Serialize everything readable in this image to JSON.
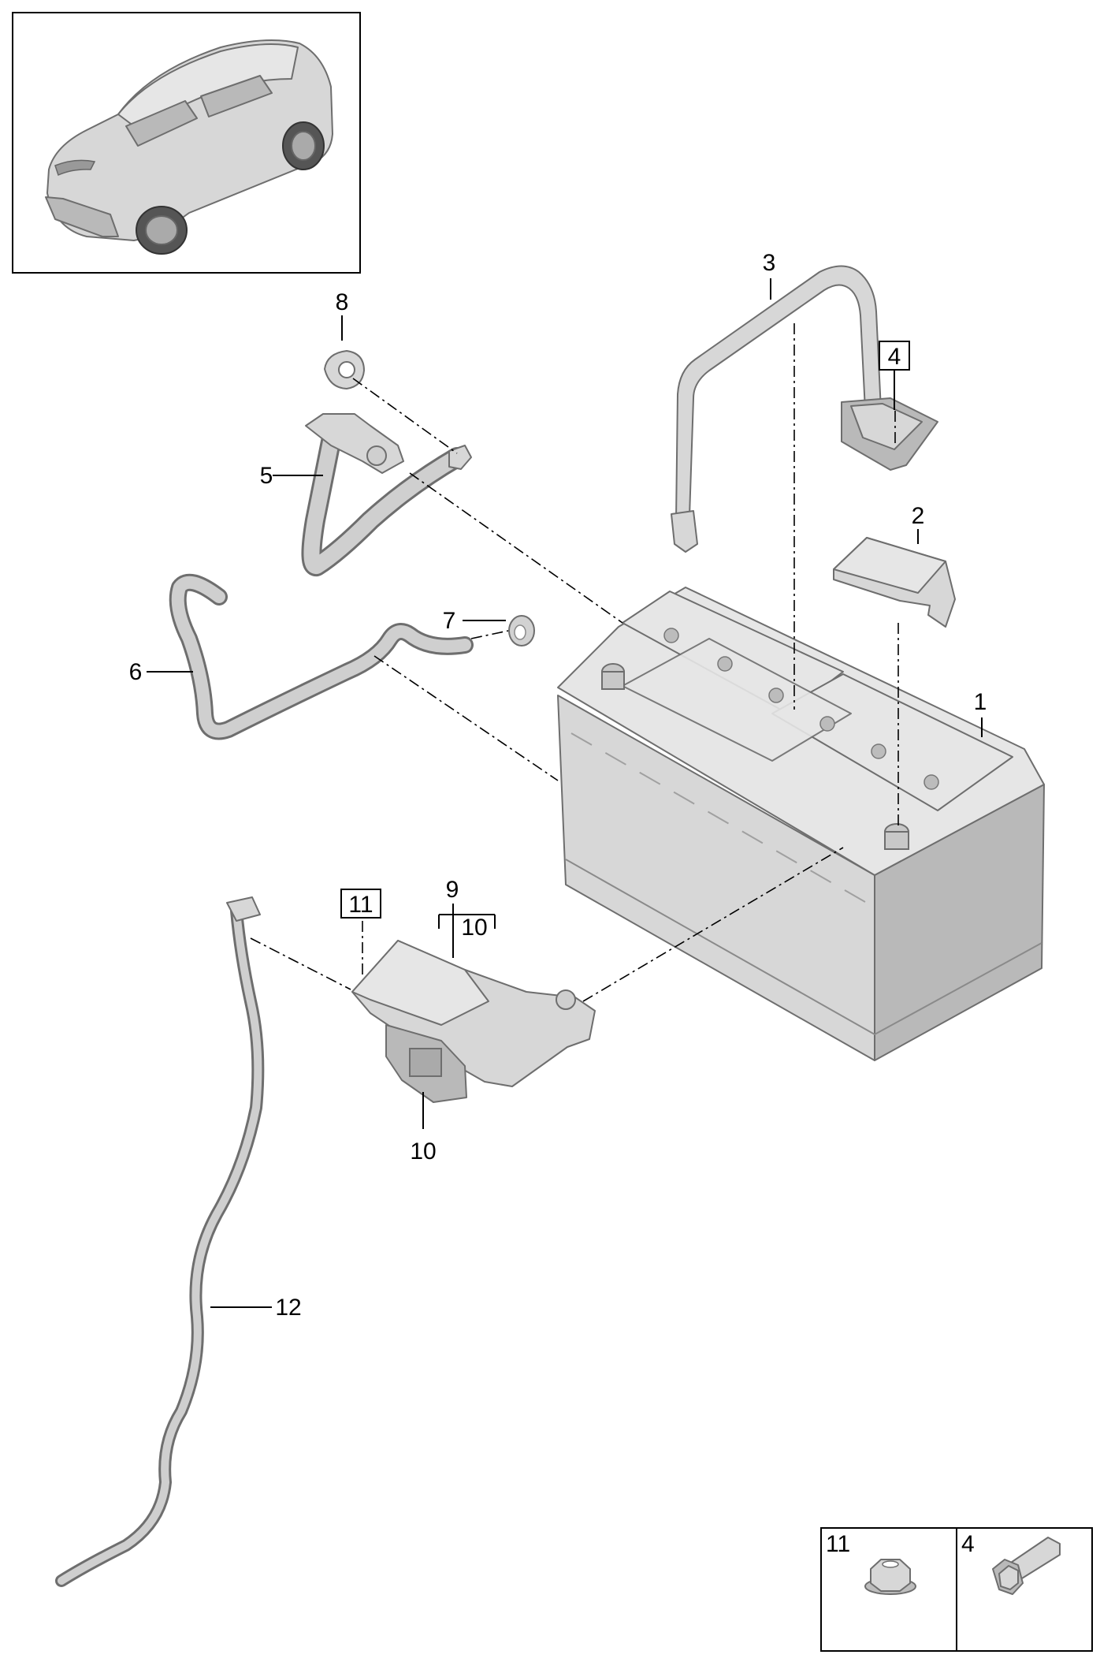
{
  "callouts": {
    "c1": "1",
    "c2": "2",
    "c3": "3",
    "c4": "4",
    "c5": "5",
    "c6": "6",
    "c7": "7",
    "c8": "8",
    "c9": "9",
    "c10a": "10",
    "c10b": "10",
    "c11": "11",
    "c12": "12"
  },
  "legend": {
    "nut_label": "11",
    "bolt_label": "4"
  },
  "colors": {
    "part_fill": "#d7d7d7",
    "part_outline": "#6e6e6e",
    "line": "#000000"
  },
  "icons": {
    "car": "vehicle-thumbnail",
    "nut": "hex-flange-nut-icon",
    "bolt": "hex-bolt-icon"
  }
}
